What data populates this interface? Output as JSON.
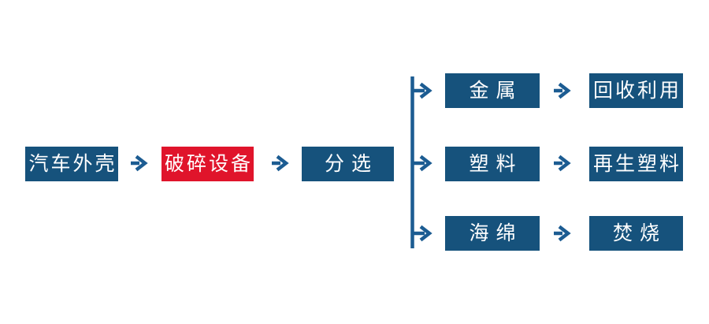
{
  "flowchart": {
    "description": "car-shell-recycling-process-flow",
    "nodes": {
      "car_shell": {
        "label": "汽车外壳"
      },
      "crushing_equipment": {
        "label": "破碎设备"
      },
      "sorting": {
        "label": "分选"
      }
    },
    "branches": [
      {
        "material": "金属",
        "result": "回收利用"
      },
      {
        "material": "塑料",
        "result": "再生塑料"
      },
      {
        "material": "海绵",
        "result": "焚烧"
      }
    ],
    "icons": {
      "arrow_right": "→"
    },
    "colors": {
      "node_blue": "#16527C",
      "arrow_blue": "#1C5C92",
      "highlight_red": "#E0142B",
      "text": "#FFFFFF",
      "background": "#FFFFFF"
    }
  }
}
